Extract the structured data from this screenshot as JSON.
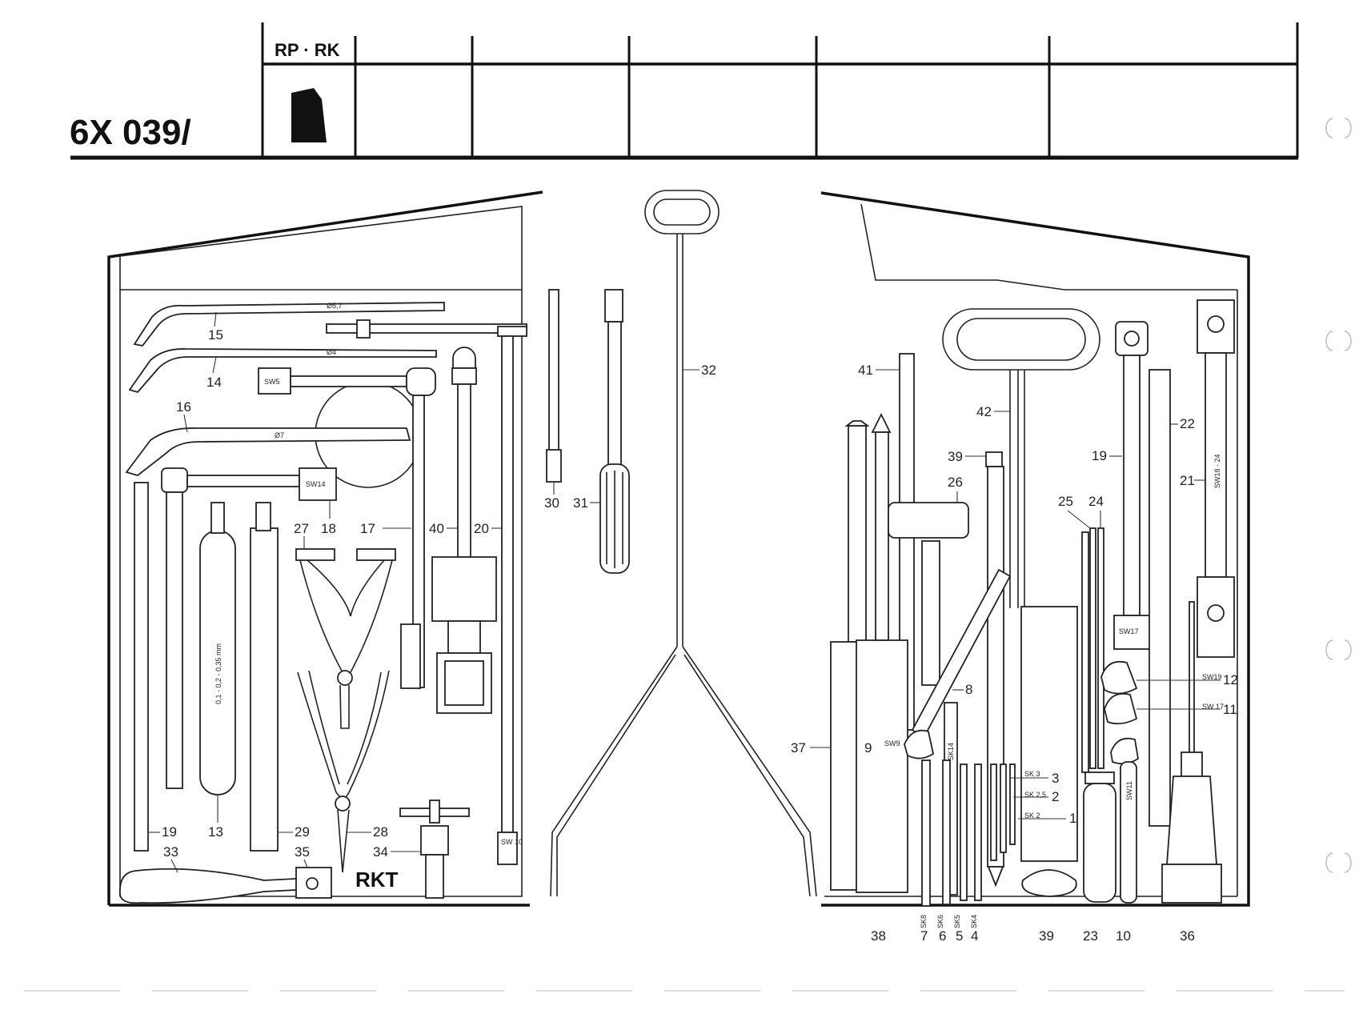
{
  "header": {
    "catalog_code": "6X 039/",
    "model_label": "RP · RK"
  },
  "diagram": {
    "section_label": "RKT",
    "callouts": {
      "c1": "1",
      "c2": "2",
      "c3": "3",
      "c4": "4",
      "c5": "5",
      "c6": "6",
      "c7": "7",
      "c8": "8",
      "c9": "9",
      "c10": "10",
      "c11": "11",
      "c12": "12",
      "c13": "13",
      "c14": "14",
      "c15": "15",
      "c16": "16",
      "c17": "17",
      "c18": "18",
      "c19a": "19",
      "c19b": "19",
      "c20": "20",
      "c21": "21",
      "c22": "22",
      "c23": "23",
      "c24": "24",
      "c25": "25",
      "c26": "26",
      "c27": "27",
      "c28": "28",
      "c29": "29",
      "c30": "30",
      "c31": "31",
      "c32": "32",
      "c33": "33",
      "c34": "34",
      "c35": "35",
      "c36": "36",
      "c37": "37",
      "c38": "38",
      "c39a": "39",
      "c39b": "39",
      "c40": "40",
      "c41": "41",
      "c42": "42"
    },
    "tool_marks": {
      "dia57": "Ø5,7",
      "dia4": "Ø4",
      "dia7": "Ø7",
      "sw5": "SW5",
      "sw14": "SW14",
      "sw10": "SW 10",
      "gauge": "0,1 - 0,2 - 0,35 mm",
      "sw9": "SW9",
      "sk14": "SK14",
      "sk3": "SK 3",
      "sk25": "SK 2,5",
      "sk2": "SK 2",
      "sw19": "SW19",
      "sw17a": "SW17",
      "sw17b": "SW 17",
      "sw11": "SW11",
      "sw1824": "SW18 - 24",
      "sk8": "SK8",
      "sk6": "SK6",
      "sk5": "SK5",
      "sk4": "SK4"
    }
  }
}
